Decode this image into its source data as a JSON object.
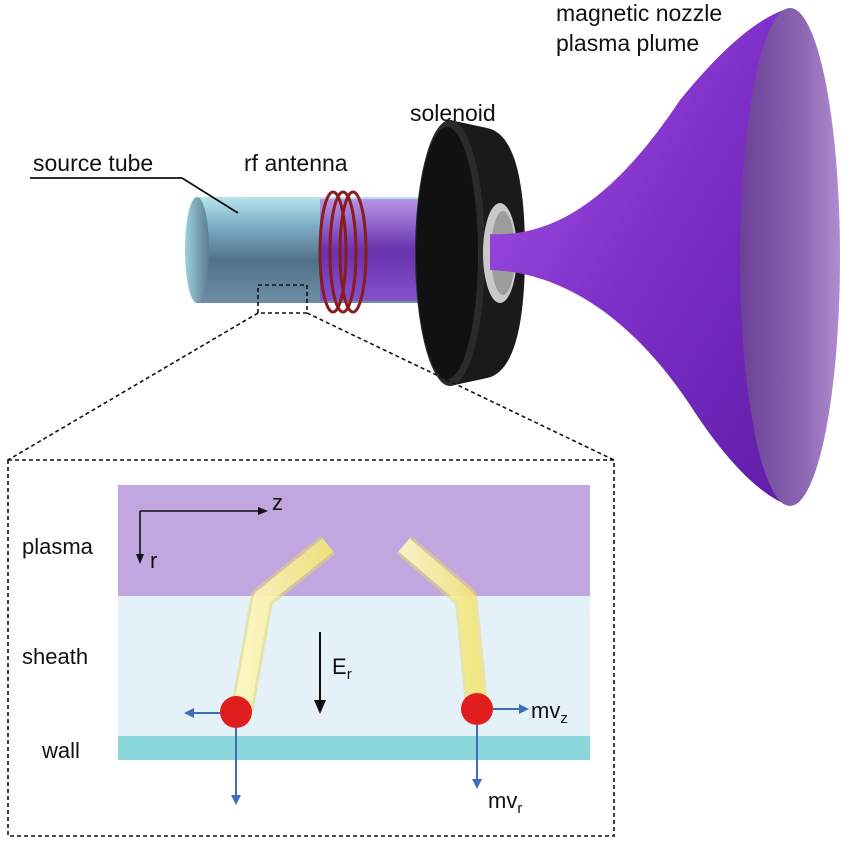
{
  "labels": {
    "source_tube": "source tube",
    "rf_antenna": "rf antenna",
    "solenoid": "solenoid",
    "plume_line1": "magnetic nozzle",
    "plume_line2": "plasma plume"
  },
  "inset": {
    "plasma": "plasma",
    "sheath": "sheath",
    "wall": "wall",
    "axis_z": "z",
    "axis_r": "r",
    "field_main": "E",
    "field_sub": "r",
    "mvz_main": "mv",
    "mvz_sub": "z",
    "mvr_main": "mv",
    "mvr_sub": "r"
  },
  "colors": {
    "plasma_region": "#c2a6e0",
    "sheath_region": "#e4f1f8",
    "wall_region": "#8ad8dc",
    "plume": "#8a3ad0",
    "antenna": "#8a1c1c",
    "solenoid": "#151515",
    "ion": "#e01e1e",
    "velocity_arrow": "#3c6fb8",
    "trajectory": "#f5eea0"
  }
}
